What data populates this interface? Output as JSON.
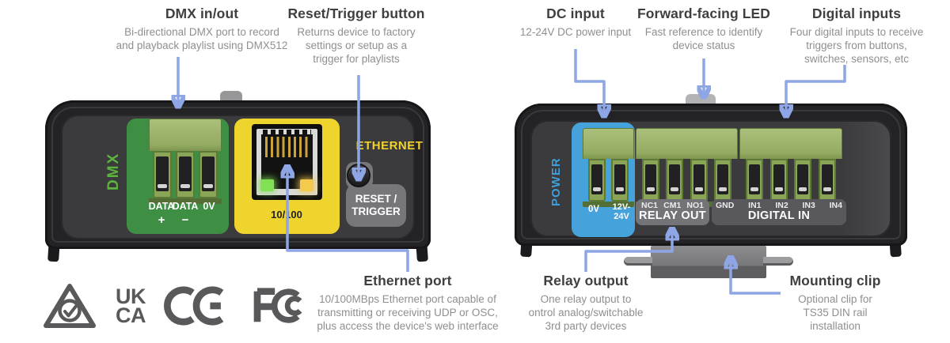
{
  "colors": {
    "accent_line": "#8ea6e6",
    "dmx_green": "#3e8f44",
    "ethernet_yellow": "#efd42d",
    "power_blue": "#46a2da",
    "device_black": "#232325",
    "title_text": "#3f3f41",
    "desc_text": "#8f8f91",
    "cert_gray": "#59595b"
  },
  "callouts": {
    "dmx": {
      "title": "DMX in/out",
      "desc": "Bi-directional DMX port to record\nand playback playlist using DMX512"
    },
    "reset": {
      "title": "Reset/Trigger button",
      "desc": "Returns device to factory\nsettings or setup as a\ntrigger for playlists"
    },
    "ethernet": {
      "title": "Ethernet port",
      "desc": "10/100MBps Ethernet port capable of\ntransmitting or receiving UDP or OSC,\nplus access the device's web interface"
    },
    "dc": {
      "title": "DC input",
      "desc": "12-24V DC power input"
    },
    "led": {
      "title": "Forward-facing LED",
      "desc": "Fast reference to identify\ndevice status"
    },
    "digital": {
      "title": "Digital inputs",
      "desc": "Four digital inputs to receive\ntriggers from buttons,\nswitches, sensors, etc"
    },
    "relay": {
      "title": "Relay output",
      "desc": "One relay output to\nontrol analog/switchable\n3rd party devices"
    },
    "mount": {
      "title": "Mounting clip",
      "desc": "Optional clip for\nTS35 DIN rail\ninstallation"
    }
  },
  "left_device": {
    "dmx_label": "DMX",
    "dmx_pins": [
      "DATA",
      "DATA",
      "0V"
    ],
    "dmx_pin_signs": [
      "+",
      "−"
    ],
    "ethernet_label": "ETHERNET",
    "port_speed": "10/100",
    "reset_label": "RESET /\nTRIGGER"
  },
  "right_device": {
    "power_label": "POWER",
    "power_pin_1": "0V",
    "power_pin_2": "12V-\n24V",
    "relay_pins": [
      "NC1",
      "CM1",
      "NO1"
    ],
    "relay_label": "RELAY OUT",
    "gnd_label": "GND",
    "digital_pins": [
      "IN1",
      "IN2",
      "IN3",
      "IN4"
    ],
    "digital_label": "DIGITAL IN"
  },
  "certifications": {
    "ukca_text": "UK\nCA"
  }
}
